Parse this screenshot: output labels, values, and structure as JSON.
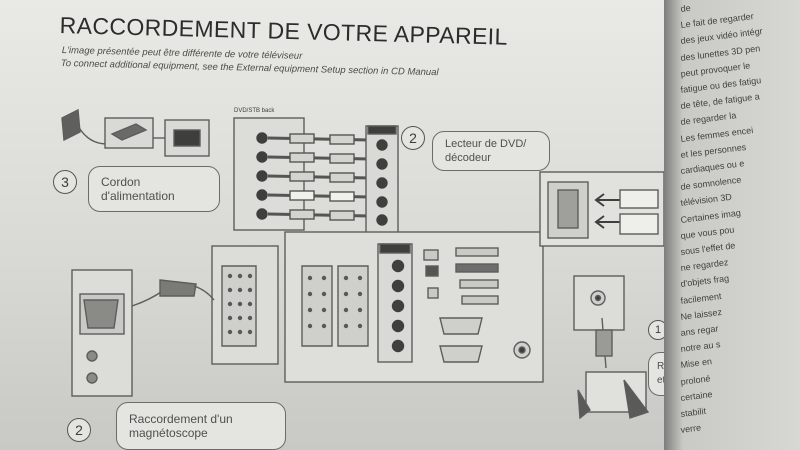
{
  "document": {
    "title": "RACCORDEMENT DE VOTRE APPAREIL",
    "subtitle_fr": "L'image présentée peut être différente de votre téléviseur",
    "subtitle_en": "To connect additional equipment, see the External equipment Setup section in CD Manual",
    "equipment_label": "DVD/STB back"
  },
  "callouts": {
    "power": {
      "number": "3",
      "line1": "Cordon",
      "line2": "d'alimentation"
    },
    "dvd": {
      "number": "2",
      "line1": "Lecteur de DVD/",
      "line2": "décodeur"
    },
    "vcr": {
      "number": "2",
      "line1": "Raccordement d'un",
      "line2": "magnétoscope"
    },
    "antenna": {
      "number": "1",
      "line1": "Raccor",
      "line2": "et les"
    }
  },
  "facing_page": {
    "lines": [
      "de",
      "Le fait de regarder",
      "des jeux vidéo intégr",
      "des lunettes 3D pen",
      "peut provoquer le",
      "fatigue ou des fatigu",
      "de tête, de fatigue a",
      "de regarder la",
      "Les femmes encei",
      "et les personnes",
      "cardiaques ou e",
      "de somnolence",
      "télévision 3D",
      "Certaines imag",
      "que vous pou",
      "sous l'effet de",
      "ne regardez",
      "d'objets frag",
      "facilement",
      "Ne laissez",
      "ans regar",
      "notre au s",
      "Mise en",
      "proloné",
      "certaine",
      "stabilit",
      "verre"
    ]
  }
}
